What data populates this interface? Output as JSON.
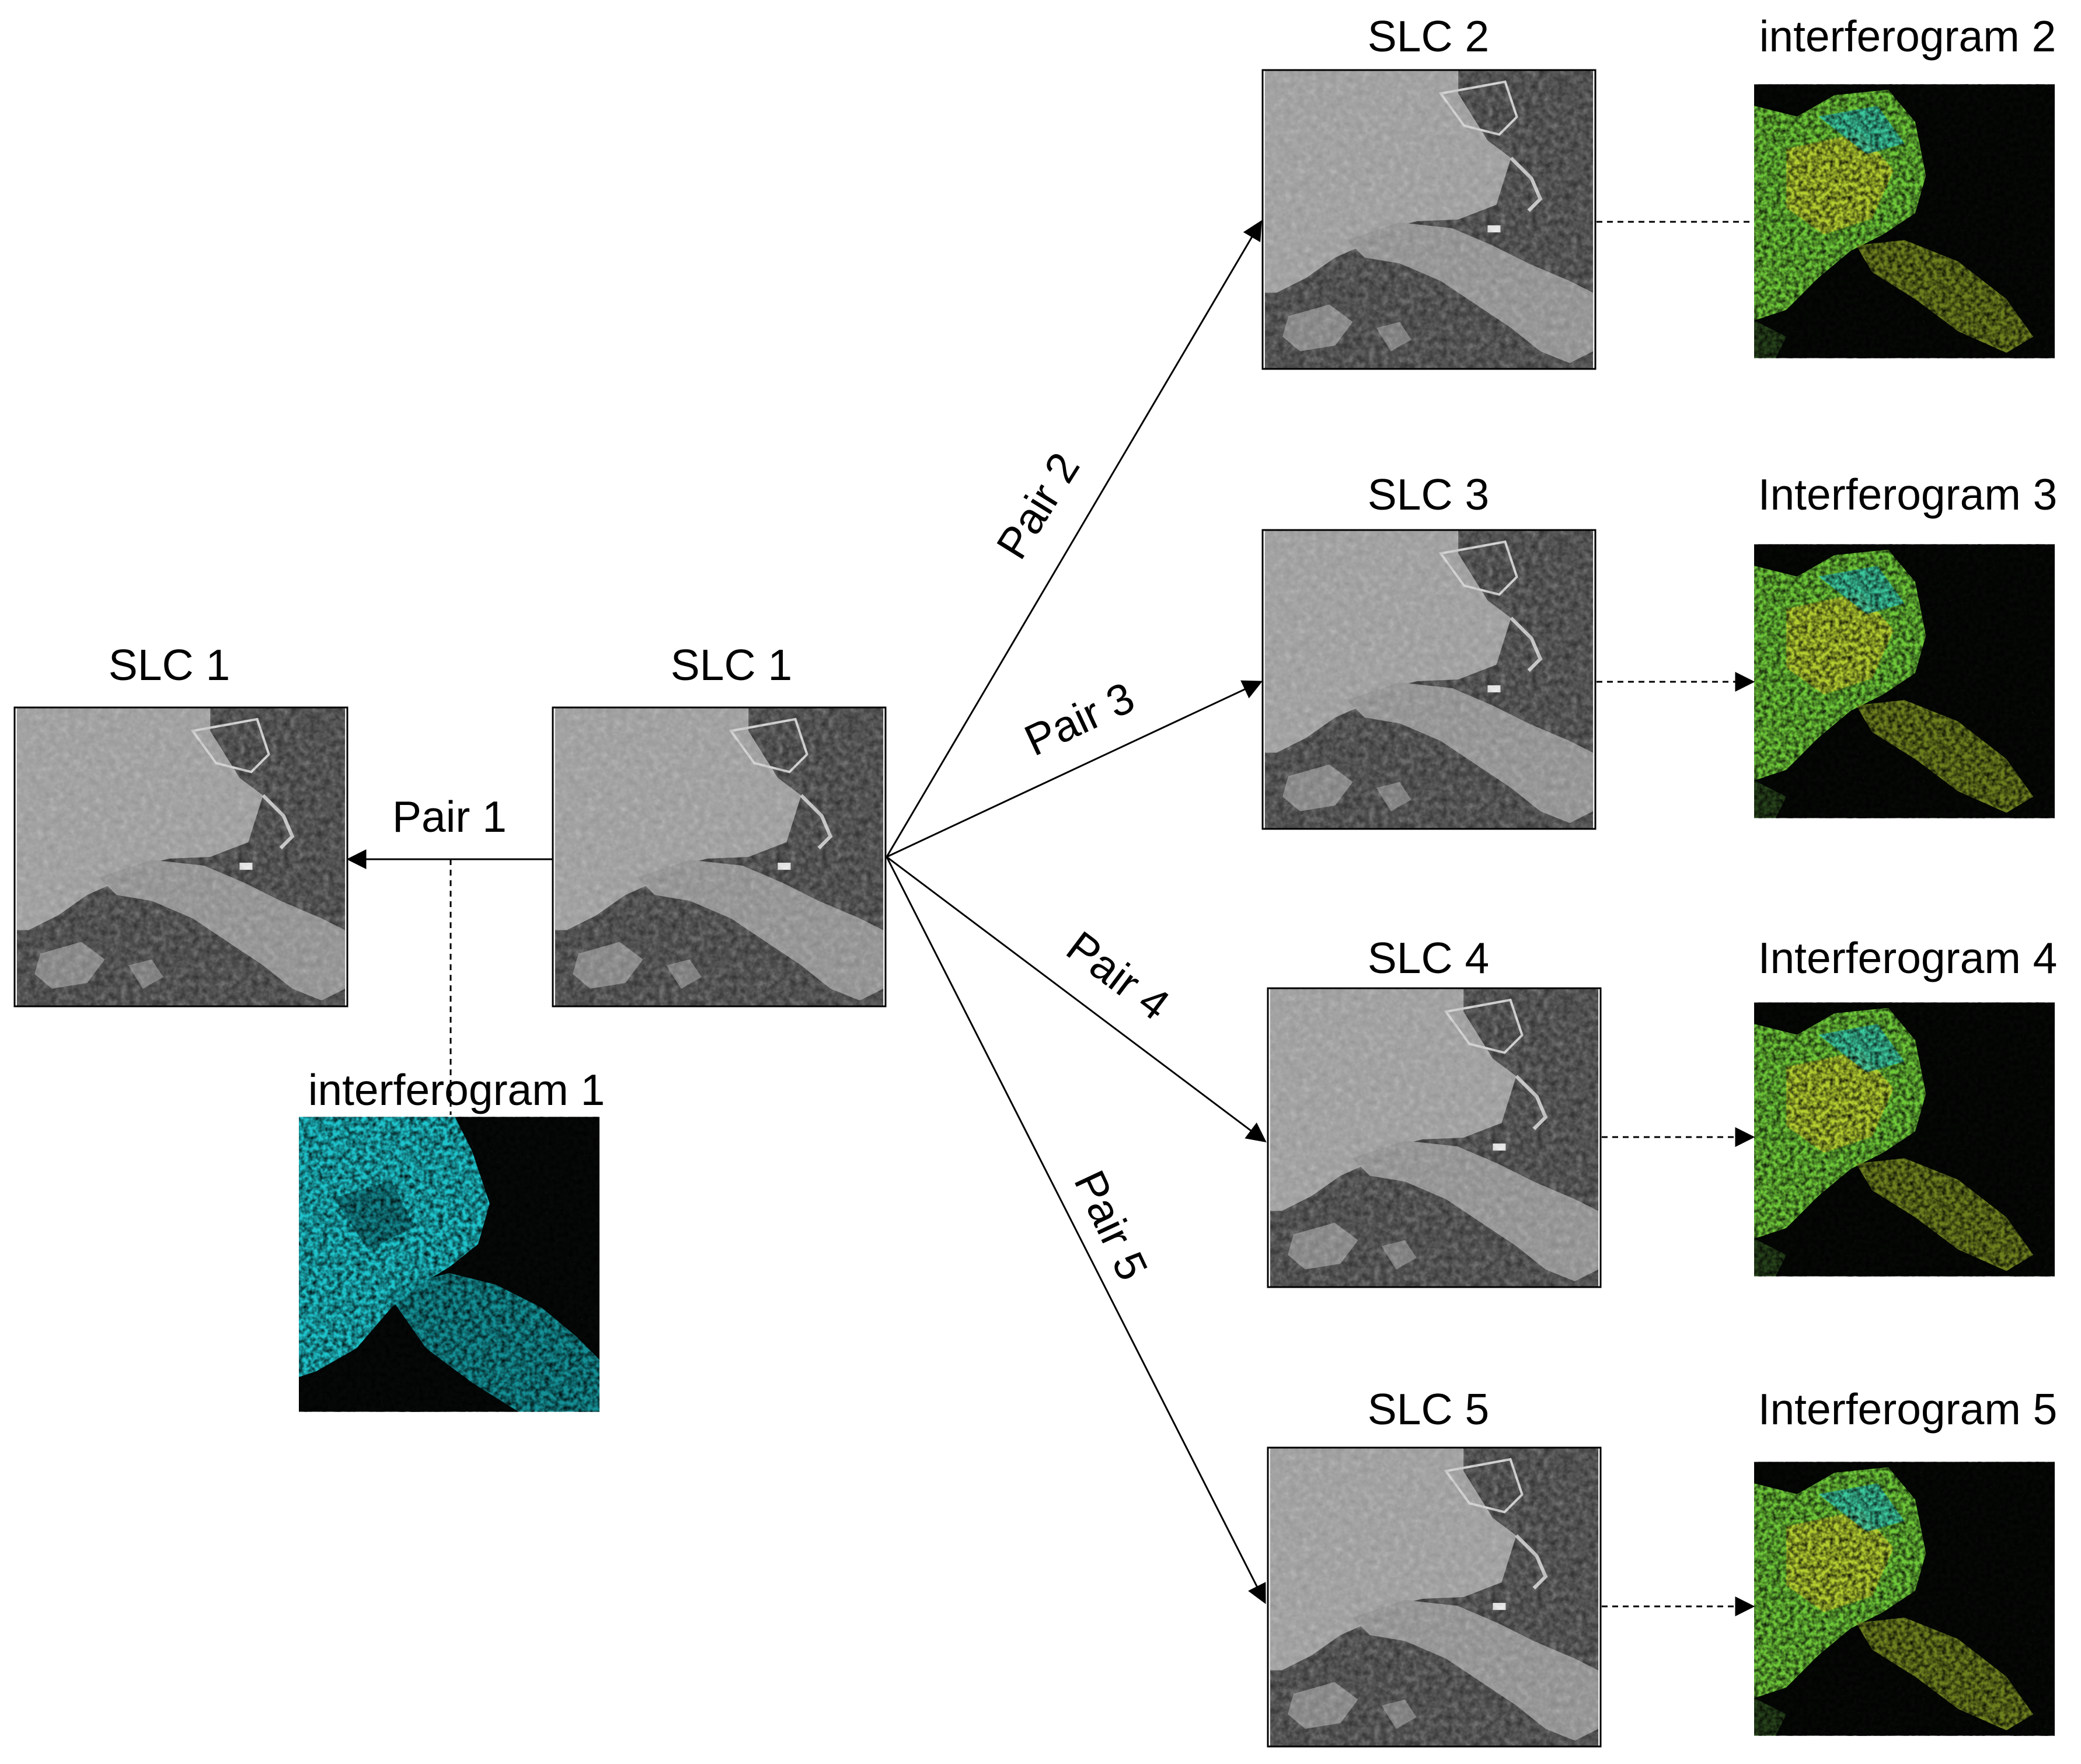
{
  "nodes": {
    "slc1_left": "SLC 1",
    "slc1_center": "SLC 1",
    "slc2": "SLC 2",
    "slc3": "SLC 3",
    "slc4": "SLC 4",
    "slc5": "SLC 5",
    "ifg1": "interferogram 1",
    "ifg2": "interferogram 2",
    "ifg3": "Interferogram 3",
    "ifg4": "Interferogram 4",
    "ifg5": "Interferogram 5"
  },
  "edges": {
    "pair1": "Pair 1",
    "pair2": "Pair 2",
    "pair3": "Pair 3",
    "pair4": "Pair 4",
    "pair5": "Pair 5"
  },
  "colors": {
    "sar_land": "#9a9a9a",
    "sar_water": "#2a2a2a",
    "ifg1_tone": "#1fc4cc",
    "ifg_green": "#7cd83a",
    "ifg_yellow": "#c9cf2f",
    "ifg_cyan": "#2fc9b8"
  }
}
